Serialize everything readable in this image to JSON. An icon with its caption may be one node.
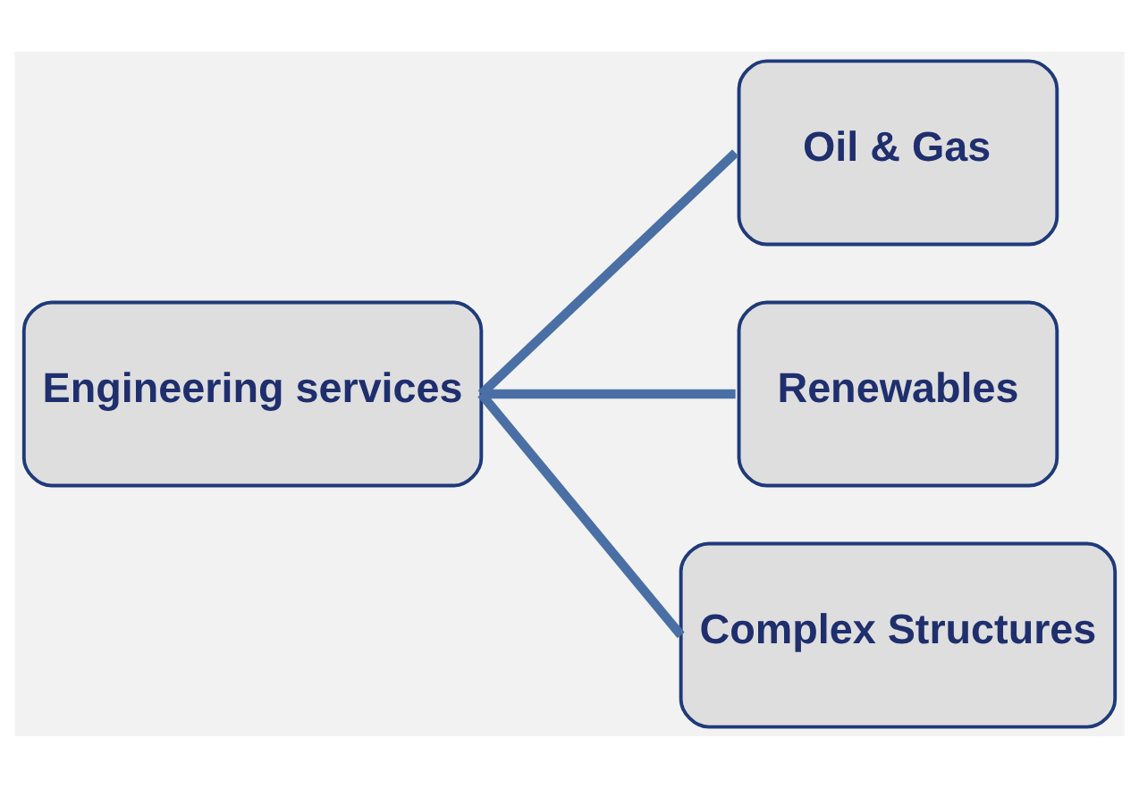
{
  "diagram": {
    "nodes": [
      {
        "text": [
          "Engineering services"
        ]
      },
      {
        "text": [
          "Oil & Gas"
        ]
      },
      {
        "text": [
          "Renewables"
        ]
      },
      {
        "text": [
          "Complex Structures"
        ]
      }
    ],
    "edges": [
      {
        "from": 0,
        "to": 1,
        "arrow": "none"
      },
      {
        "from": 0,
        "to": 2,
        "arrow": "none"
      },
      {
        "from": 0,
        "to": 3,
        "arrow": "none"
      }
    ]
  }
}
